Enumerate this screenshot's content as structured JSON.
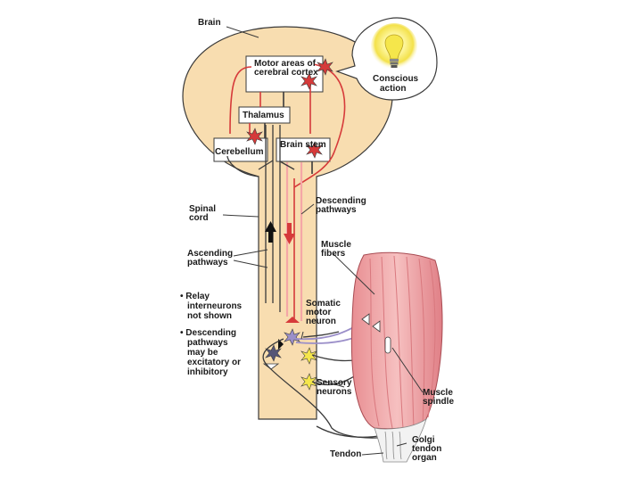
{
  "labels": {
    "brain": "Brain",
    "motor_cortex_line1": "Motor areas of",
    "motor_cortex_line2": "cerebral cortex",
    "thalamus": "Thalamus",
    "cerebellum": "Cerebellum",
    "brain_stem": "Brain stem",
    "conscious_line1": "Conscious",
    "conscious_line2": "action",
    "spinal_line1": "Spinal",
    "spinal_line2": "cord",
    "descending_line1": "Descending",
    "descending_line2": "pathways",
    "ascending_line1": "Ascending",
    "ascending_line2": "pathways",
    "muscle_fibers_line1": "Muscle",
    "muscle_fibers_line2": "fibers",
    "somatic_line1": "Somatic",
    "somatic_line2": "motor",
    "somatic_line3": "neuron",
    "sensory_line1": "Sensory",
    "sensory_line2": "neurons",
    "muscle_spindle_line1": "Muscle",
    "muscle_spindle_line2": "spindle",
    "golgi_line1": "Golgi",
    "golgi_line2": "tendon",
    "golgi_line3": "organ",
    "tendon": "Tendon"
  },
  "notes": {
    "relay_line1": "• Relay",
    "relay_line2": "interneurons",
    "relay_line3": "not shown",
    "desc_line1": "• Descending",
    "desc_line2": "pathways",
    "desc_line3": "may be",
    "desc_line4": "excitatory or",
    "desc_line5": "inhibitory"
  },
  "colors": {
    "tissue": "#f8ddb0",
    "outline": "#3a3a3a",
    "pathway_red": "#d63a3a",
    "pathway_pink": "#f4a7a7",
    "muscle": "#f2a8a8",
    "muscle_stripe": "#d9787e",
    "bulb": "#f5e64b",
    "sensory_purple": "#9b8fc9"
  }
}
